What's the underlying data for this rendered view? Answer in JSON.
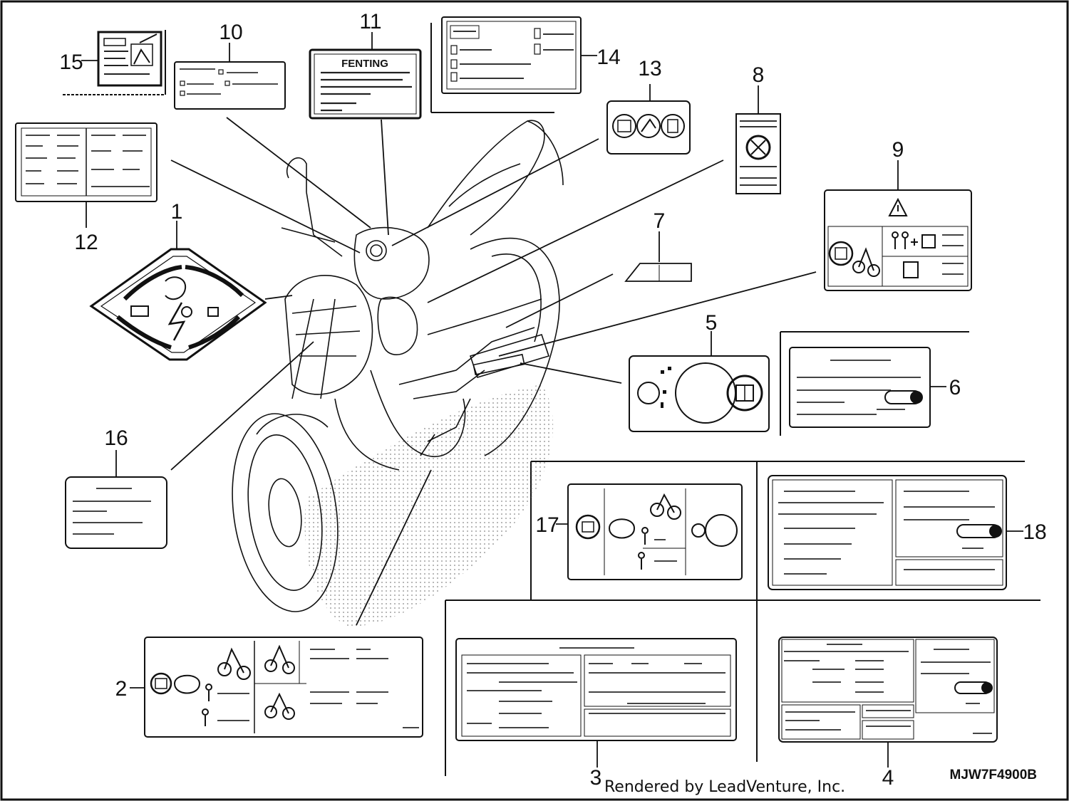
{
  "diagram": {
    "callouts": [
      {
        "id": "num-1",
        "label": "1"
      },
      {
        "id": "num-2",
        "label": "2"
      },
      {
        "id": "num-3",
        "label": "3"
      },
      {
        "id": "num-4",
        "label": "4"
      },
      {
        "id": "num-5",
        "label": "5"
      },
      {
        "id": "num-6",
        "label": "6"
      },
      {
        "id": "num-7",
        "label": "7"
      },
      {
        "id": "num-8",
        "label": "8"
      },
      {
        "id": "num-9",
        "label": "9"
      },
      {
        "id": "num-10",
        "label": "10"
      },
      {
        "id": "num-11",
        "label": "11"
      },
      {
        "id": "num-12",
        "label": "12"
      },
      {
        "id": "num-13",
        "label": "13"
      },
      {
        "id": "num-14",
        "label": "14"
      },
      {
        "id": "num-15",
        "label": "15"
      },
      {
        "id": "num-16",
        "label": "16"
      },
      {
        "id": "num-17",
        "label": "17"
      },
      {
        "id": "num-18",
        "label": "18"
      }
    ],
    "label_11_heading": "FENTING",
    "diagram_code": "MJW7F4900B",
    "credit": "Rendered by LeadVenture, Inc."
  }
}
